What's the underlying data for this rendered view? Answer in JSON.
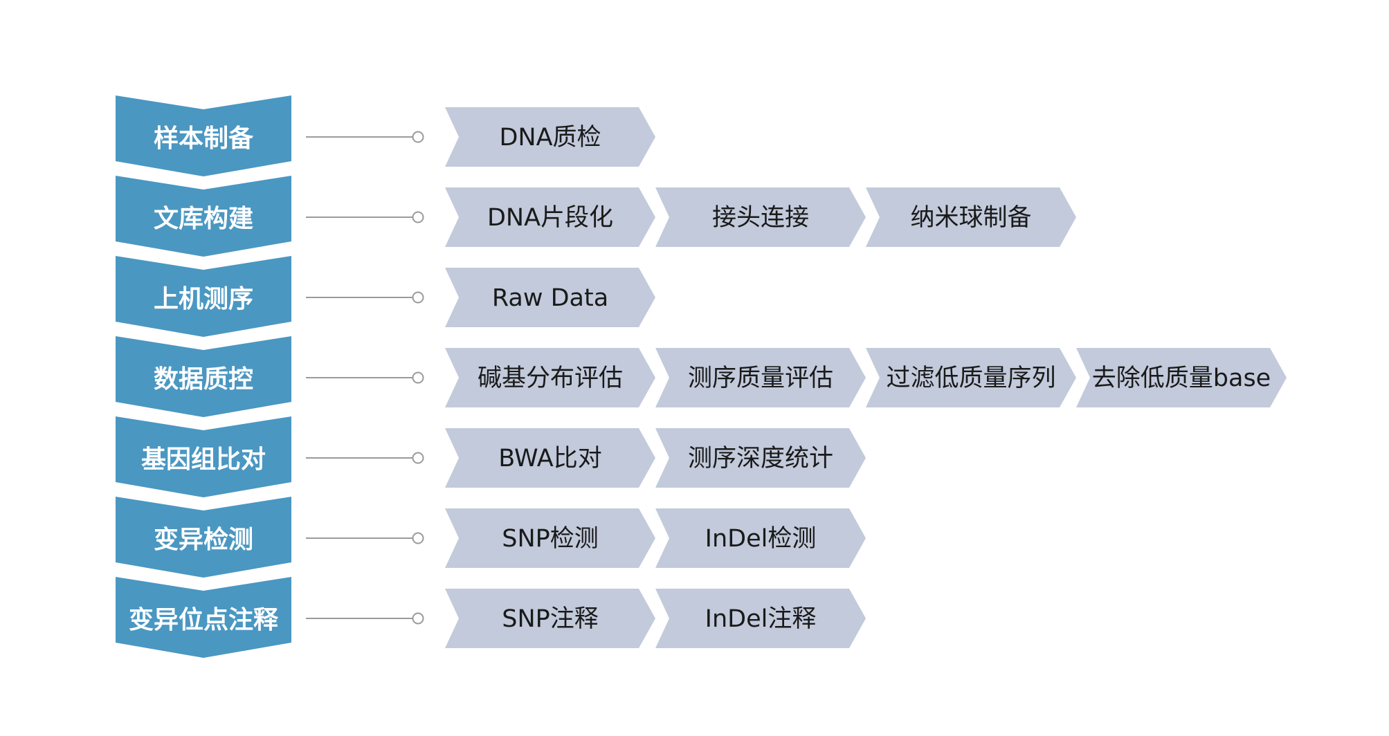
{
  "colors": {
    "stage_fill": "#4a97c2",
    "step_fill": "#c2cadb",
    "stage_text": "#ffffff",
    "step_text": "#1a1a1a",
    "connector": "#9a9a9a",
    "background": "#ffffff"
  },
  "rows": [
    {
      "stage": "样本制备",
      "steps": [
        "DNA质检"
      ]
    },
    {
      "stage": "文库构建",
      "steps": [
        "DNA片段化",
        "接头连接",
        "纳米球制备"
      ]
    },
    {
      "stage": "上机测序",
      "steps": [
        "Raw Data"
      ]
    },
    {
      "stage": "数据质控",
      "steps": [
        "碱基分布评估",
        "测序质量评估",
        "过滤低质量序列",
        "去除低质量base"
      ]
    },
    {
      "stage": "基因组比对",
      "steps": [
        "BWA比对",
        "测序深度统计"
      ]
    },
    {
      "stage": "变异检测",
      "steps": [
        "SNP检测",
        "InDel检测"
      ]
    },
    {
      "stage": "变异位点注释",
      "steps": [
        "SNP注释",
        "InDel注释"
      ]
    }
  ]
}
